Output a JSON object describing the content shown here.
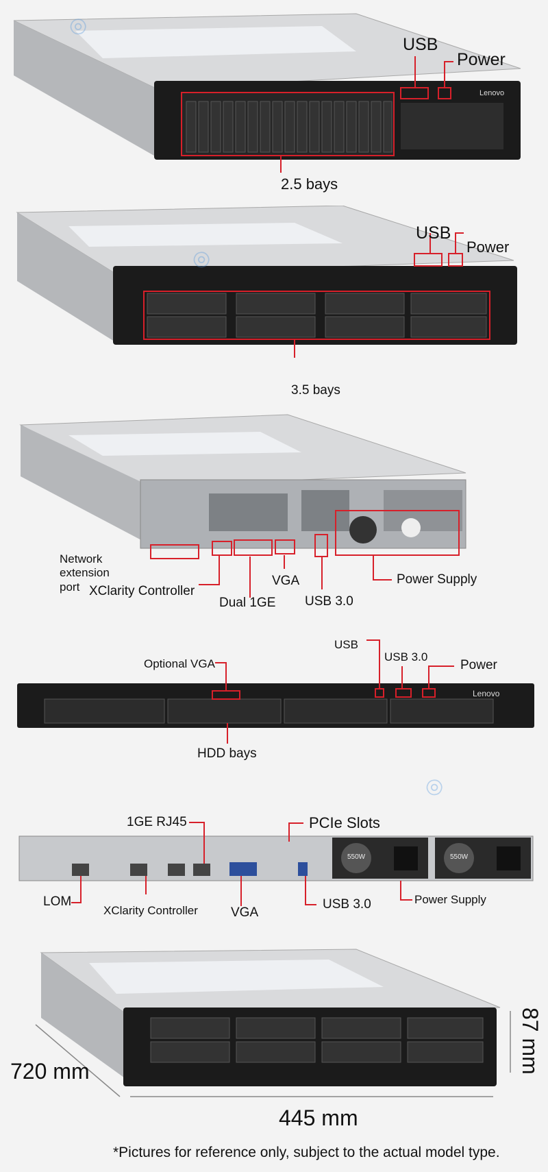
{
  "panel1": {
    "usb": "USB",
    "power": "Power",
    "bays": "2.5 bays"
  },
  "panel2": {
    "usb": "USB",
    "power": "Power",
    "bays": "3.5 bays"
  },
  "panel3": {
    "network_ext": "Network\nextension\nport",
    "xclarity": "XClarity Controller",
    "vga": "VGA",
    "dual_1ge": "Dual 1GE",
    "usb3": "USB 3.0",
    "power_supply": "Power Supply"
  },
  "panel4": {
    "usb": "USB",
    "usb3": "USB 3.0",
    "optional_vga": "Optional VGA",
    "power": "Power",
    "hdd_bays": "HDD bays"
  },
  "panel5": {
    "rj45": "1GE RJ45",
    "pcie": "PCIe Slots",
    "lom": "LOM",
    "xclarity": "XClarity Controller",
    "vga": "VGA",
    "usb3": "USB 3.0",
    "power_supply": "Power Supply"
  },
  "panel6": {
    "depth": "720 mm",
    "width": "445 mm",
    "height": "87 mm"
  },
  "footnote": "*Pictures for reference only, subject to the actual model type.",
  "brand": "Lenovo",
  "psu_rating": "550W",
  "colors": {
    "callout": "#d7202a",
    "chassis": "#1b1b1b",
    "metal": "#c9ccd0"
  }
}
